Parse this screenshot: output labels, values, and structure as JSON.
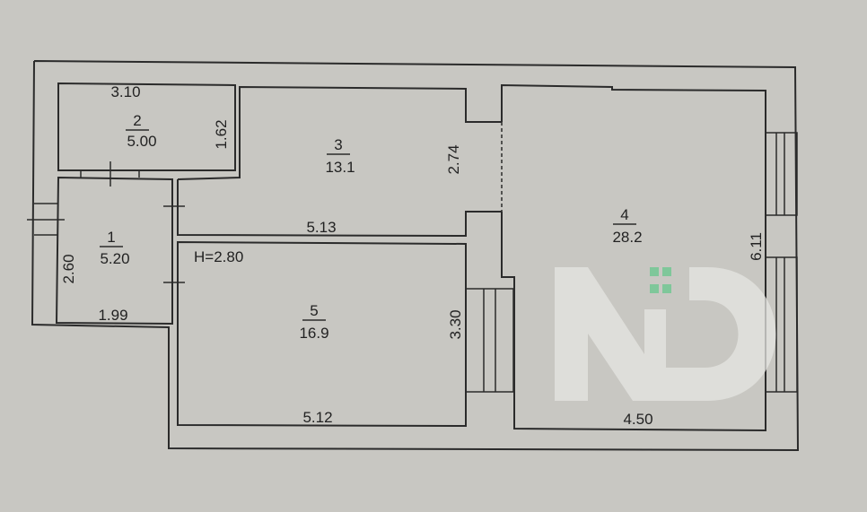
{
  "rooms": [
    {
      "number": "1",
      "area": "5.20"
    },
    {
      "number": "2",
      "area": "5.00"
    },
    {
      "number": "3",
      "area": "13.1"
    },
    {
      "number": "4",
      "area": "28.2"
    },
    {
      "number": "5",
      "area": "16.9"
    }
  ],
  "dimensions": {
    "room2_width": "3.10",
    "room2_depth": "1.62",
    "room3_depth": "2.74",
    "room3_width": "5.13",
    "room1_depth": "2.60",
    "room1_width": "1.99",
    "room5_depth": "3.30",
    "room5_width": "5.12",
    "room4_depth": "6.11",
    "room4_width": "4.50"
  },
  "ceiling_height": "H=2.80",
  "watermark": {
    "text": "ND",
    "accent_color": "#7fc79a"
  }
}
